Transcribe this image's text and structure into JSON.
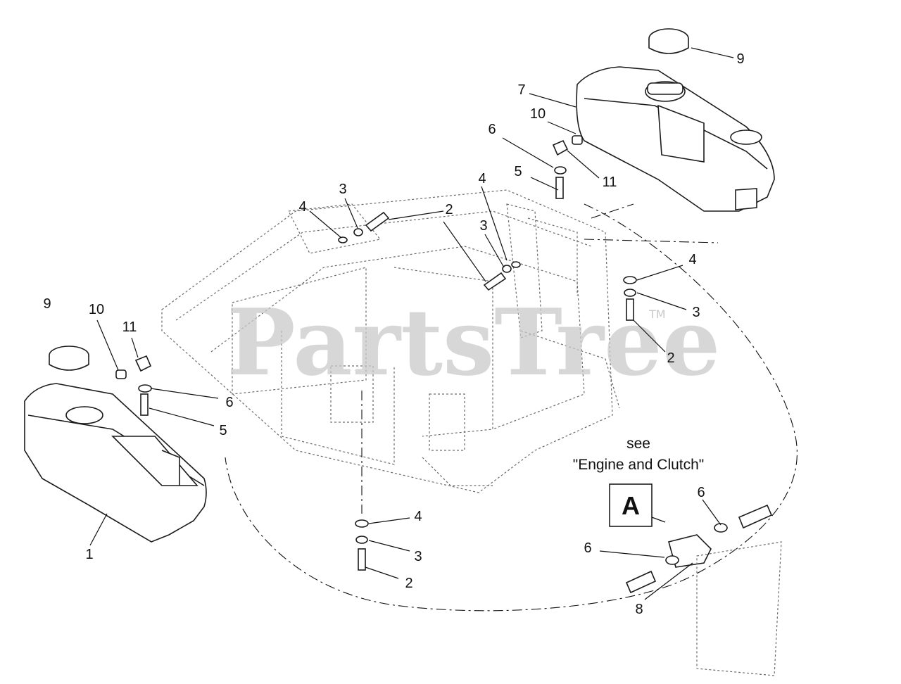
{
  "watermark": {
    "text": "PartsTree",
    "trademark": "TM"
  },
  "note": {
    "line1": "see",
    "line2": "\"Engine and Clutch\""
  },
  "reference_box": {
    "letter": "A"
  },
  "callouts": {
    "c1": "1",
    "c2a": "2",
    "c2b": "2",
    "c2c": "2",
    "c3a": "3",
    "c3b": "3",
    "c3c": "3",
    "c3d": "3",
    "c4a": "4",
    "c4b": "4",
    "c4c": "4",
    "c4d": "4",
    "c5a": "5",
    "c5b": "5",
    "c6a": "6",
    "c6b": "6",
    "c6c": "6",
    "c6d": "6",
    "c7": "7",
    "c8": "8",
    "c9a": "9",
    "c9b": "9",
    "c10a": "10",
    "c10b": "10",
    "c11a": "11",
    "c11b": "11"
  }
}
